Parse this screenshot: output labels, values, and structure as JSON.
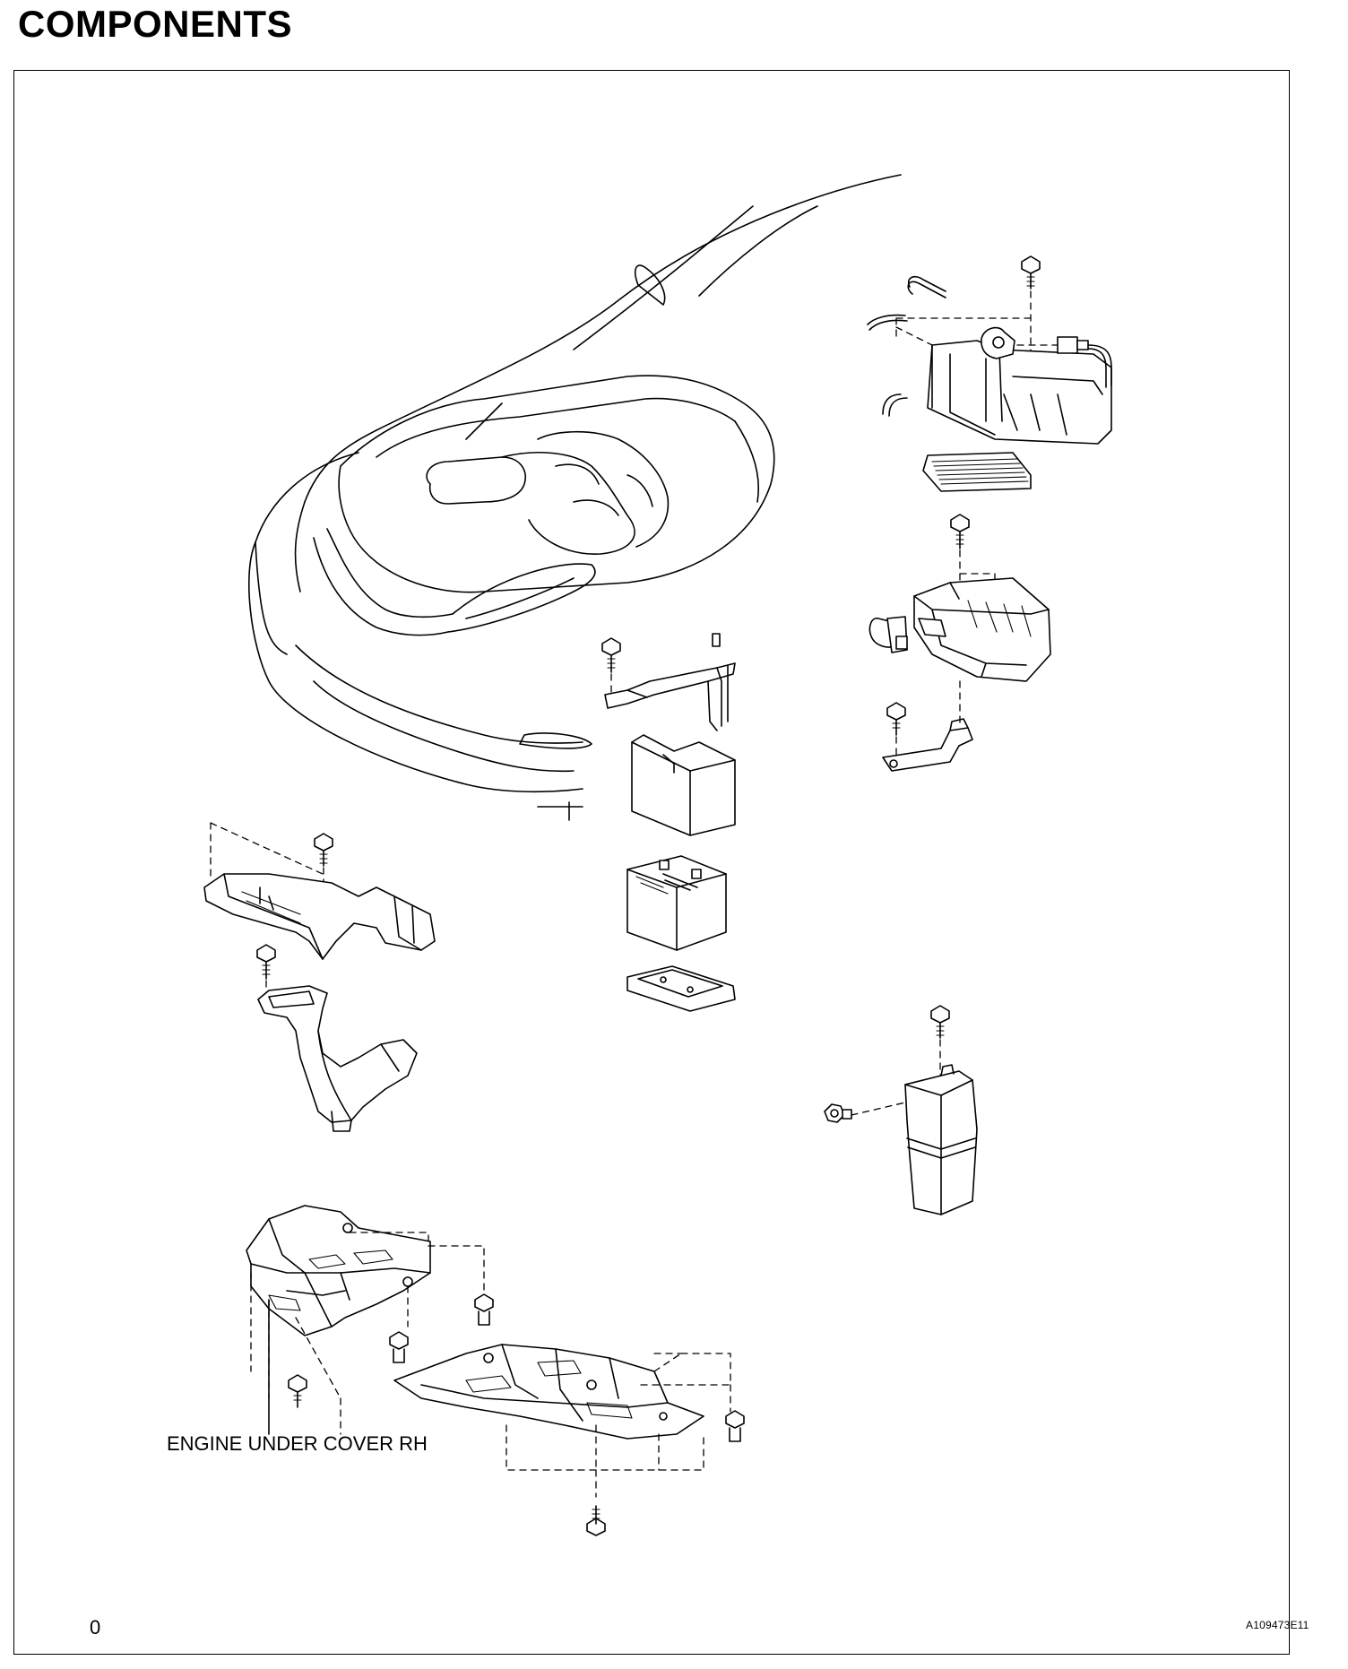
{
  "page": {
    "title": "COMPONENTS",
    "page_number": "0",
    "figure_code": "A109473E11"
  },
  "callouts": {
    "engine_under_cover_rh": "ENGINE UNDER COVER RH"
  }
}
